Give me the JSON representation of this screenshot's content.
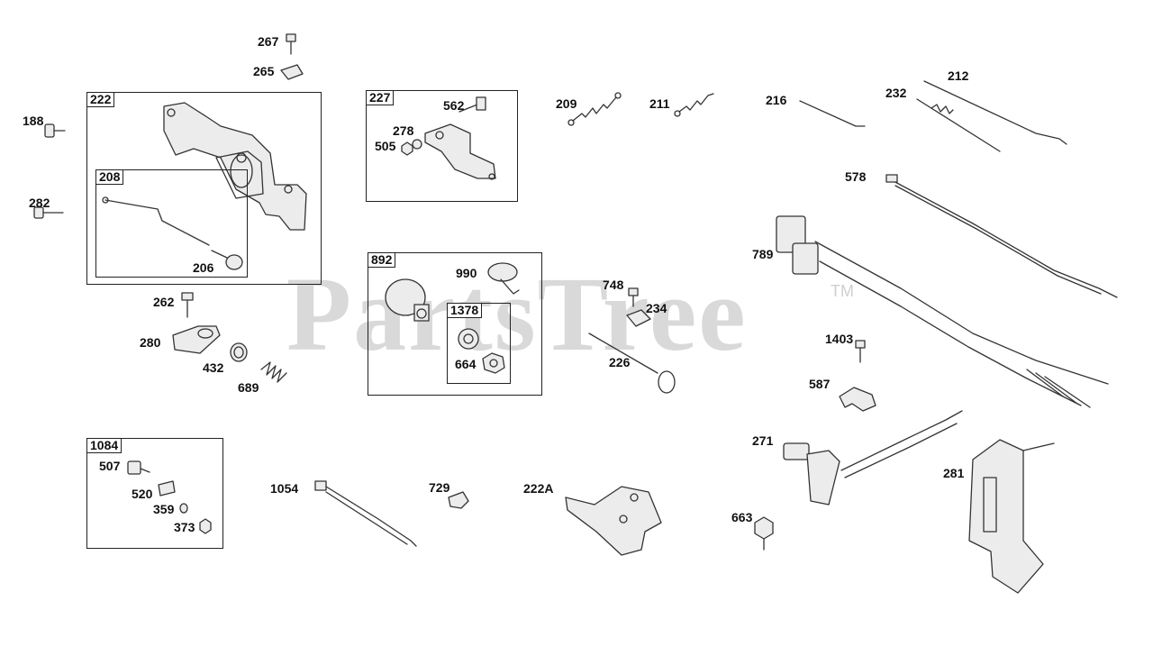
{
  "watermark": {
    "text": "PartsTree",
    "trademark": "TM"
  },
  "groups": [
    {
      "id": "g222",
      "label": "222"
    },
    {
      "id": "g208",
      "label": "208"
    },
    {
      "id": "g227",
      "label": "227"
    },
    {
      "id": "g892",
      "label": "892"
    },
    {
      "id": "g1378",
      "label": "1378"
    },
    {
      "id": "g1084",
      "label": "1084"
    }
  ],
  "parts": [
    {
      "label": "267"
    },
    {
      "label": "265"
    },
    {
      "label": "188"
    },
    {
      "label": "282"
    },
    {
      "label": "206"
    },
    {
      "label": "262"
    },
    {
      "label": "280"
    },
    {
      "label": "432"
    },
    {
      "label": "689"
    },
    {
      "label": "562"
    },
    {
      "label": "278"
    },
    {
      "label": "505"
    },
    {
      "label": "209"
    },
    {
      "label": "211"
    },
    {
      "label": "216"
    },
    {
      "label": "212"
    },
    {
      "label": "232"
    },
    {
      "label": "578"
    },
    {
      "label": "789"
    },
    {
      "label": "990"
    },
    {
      "label": "664"
    },
    {
      "label": "748"
    },
    {
      "label": "234"
    },
    {
      "label": "226"
    },
    {
      "label": "1403"
    },
    {
      "label": "587"
    },
    {
      "label": "507"
    },
    {
      "label": "520"
    },
    {
      "label": "359"
    },
    {
      "label": "373"
    },
    {
      "label": "1054"
    },
    {
      "label": "729"
    },
    {
      "label": "222A"
    },
    {
      "label": "271"
    },
    {
      "label": "663"
    },
    {
      "label": "281"
    }
  ]
}
